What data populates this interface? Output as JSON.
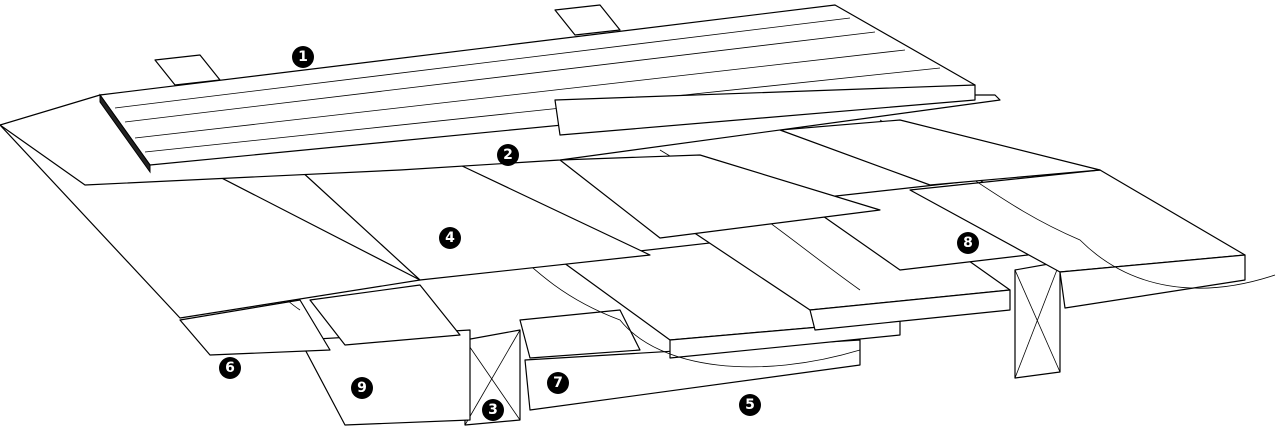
{
  "figure": {
    "callouts": [
      {
        "id": "1",
        "label": "1"
      },
      {
        "id": "2",
        "label": "2"
      },
      {
        "id": "3",
        "label": "3"
      },
      {
        "id": "4",
        "label": "4"
      },
      {
        "id": "5",
        "label": "5"
      },
      {
        "id": "6",
        "label": "6"
      },
      {
        "id": "7",
        "label": "7"
      },
      {
        "id": "8",
        "label": "8"
      },
      {
        "id": "9",
        "label": "9"
      }
    ]
  }
}
